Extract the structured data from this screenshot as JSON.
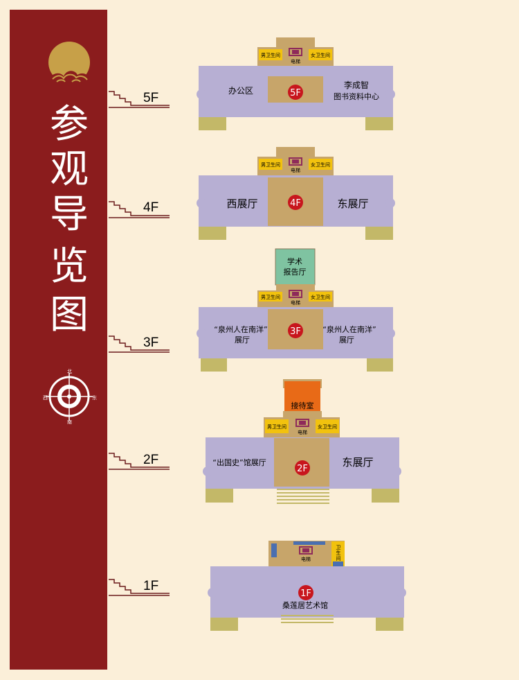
{
  "title_chars": [
    "参",
    "观",
    "导",
    "览",
    "图"
  ],
  "compass": {
    "north": "北",
    "south": "南",
    "east": "东",
    "west": "西"
  },
  "floors": [
    {
      "label": "5F",
      "badge": "5F",
      "left_hall": "办公区",
      "right_hall_line1": "李成智",
      "right_hall_line2": "图书资料中心",
      "wc_male": "男卫生间",
      "wc_female": "女卫生间",
      "elevator": "电梯"
    },
    {
      "label": "4F",
      "badge": "4F",
      "left_hall": "西展厅",
      "right_hall": "东展厅",
      "wc_male": "男卫生间",
      "wc_female": "女卫生间",
      "elevator": "电梯"
    },
    {
      "label": "3F",
      "badge": "3F",
      "top_room_line1": "学术",
      "top_room_line2": "报告厅",
      "left_hall_line1": "“泉州人在南洋”",
      "left_hall_line2": "展厅",
      "right_hall_line1": "“泉州人在南洋”",
      "right_hall_line2": "展厅",
      "wc_male": "男卫生间",
      "wc_female": "女卫生间",
      "elevator": "电梯"
    },
    {
      "label": "2F",
      "badge": "2F",
      "top_room": "接待室",
      "left_hall": "“出国史”馆展厅",
      "right_hall": "东展厅",
      "wc_male": "男卫生间",
      "wc_female": "女卫生间",
      "elevator": "电梯"
    },
    {
      "label": "1F",
      "badge": "1F",
      "main_hall": "桑莲居艺术馆",
      "wc_line1": "卫",
      "wc_line2": "生",
      "wc_line3": "间",
      "elevator": "电梯"
    }
  ],
  "colors": {
    "band": "#8b1c1d",
    "background": "#fbefd9",
    "hall": "#b7afd3",
    "core": "#c7a56a",
    "wc": "#f2c20e",
    "badge": "#c8161d",
    "pedestal": "#c3b868",
    "report_room": "#7fc3a1",
    "reception": "#e86a17",
    "elevator": "#8e2a5a",
    "gold": "#c7a048"
  }
}
